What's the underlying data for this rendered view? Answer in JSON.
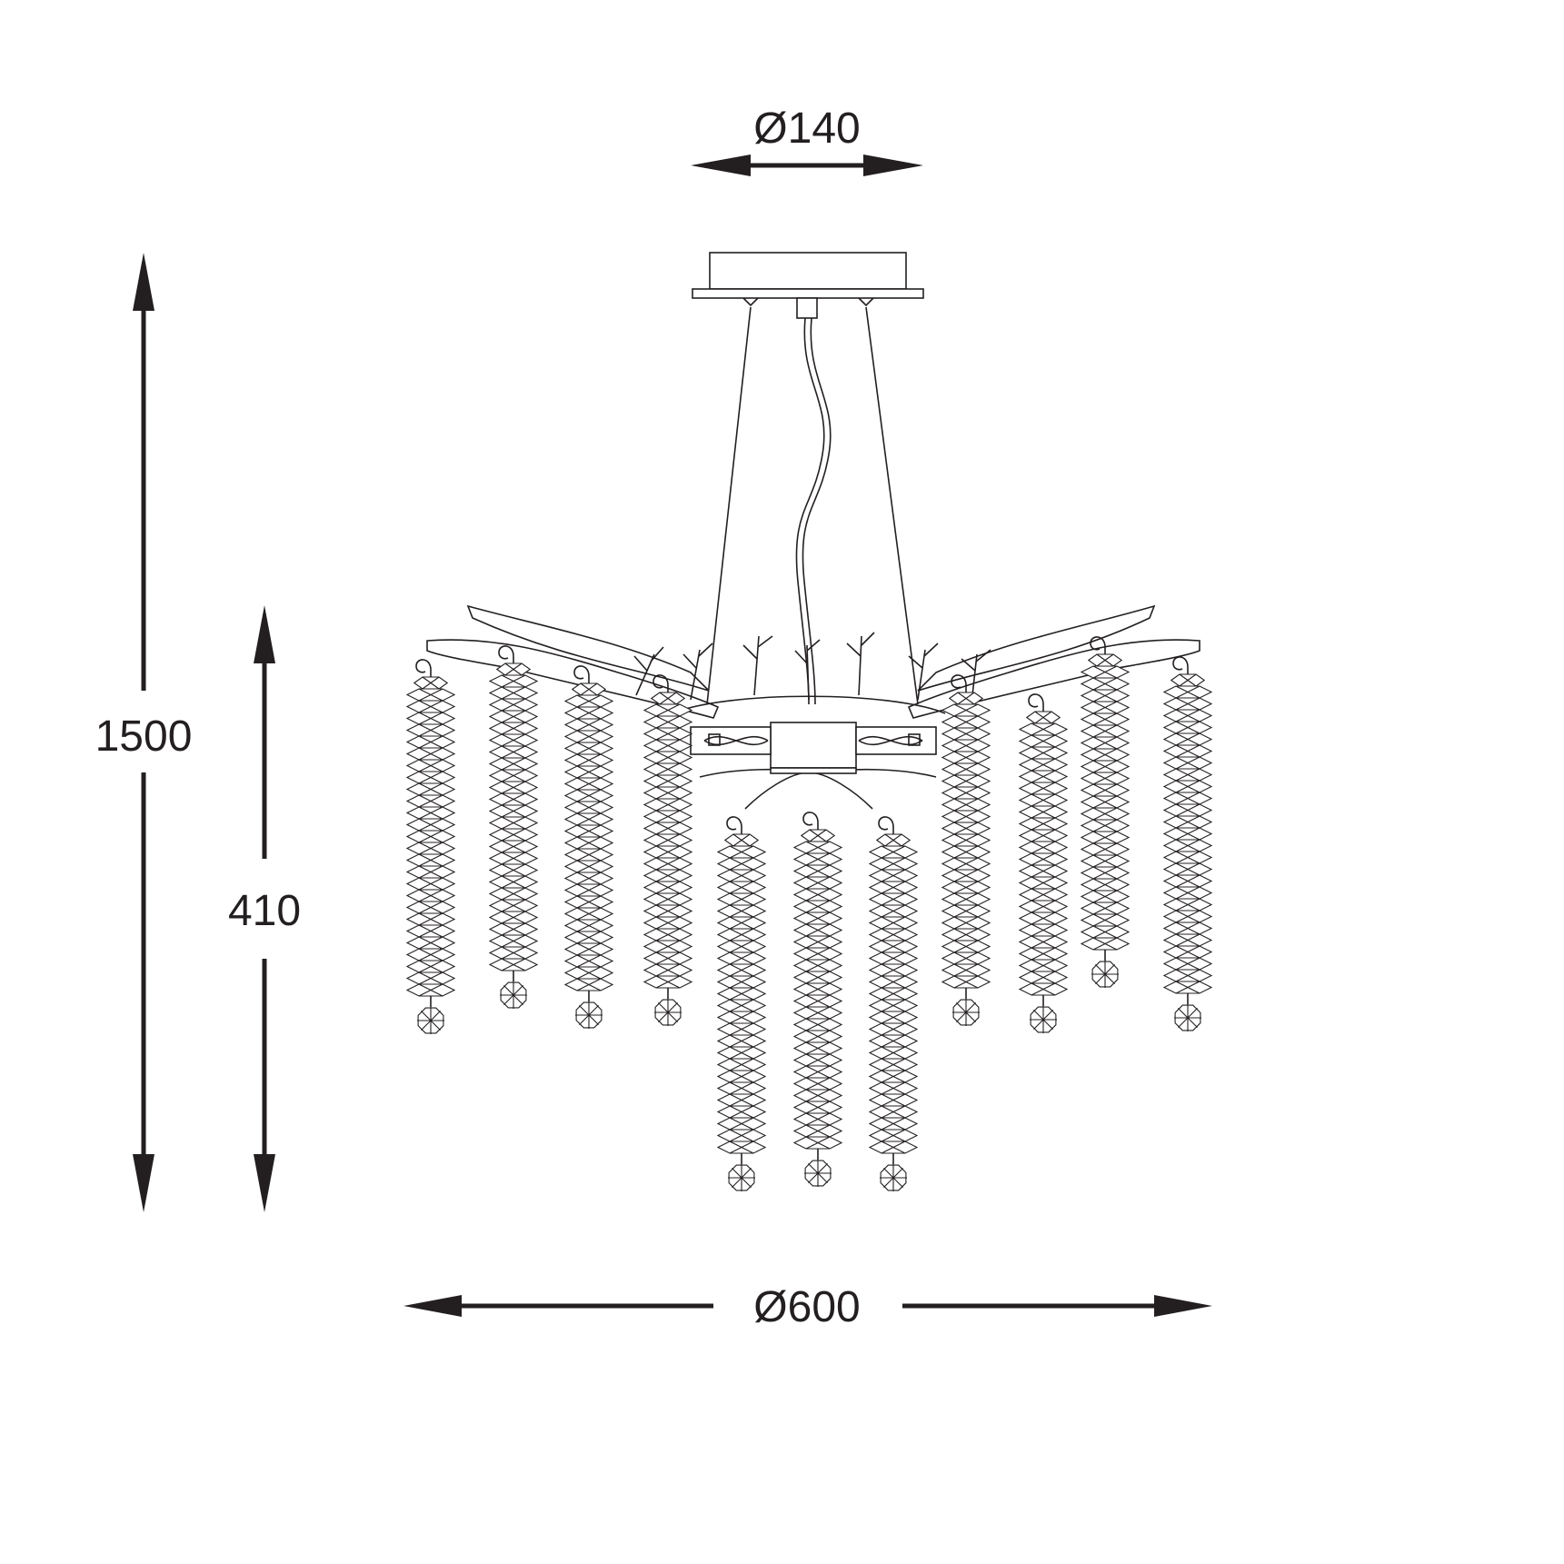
{
  "dimensions": {
    "canopy_diameter": "Ø140",
    "overall_height": "1500",
    "body_height": "410",
    "body_diameter": "Ø600"
  },
  "strands": [
    {
      "id": "strand-1",
      "crystals": 27
    },
    {
      "id": "strand-2",
      "crystals": 26
    },
    {
      "id": "strand-3",
      "crystals": 26
    },
    {
      "id": "strand-4",
      "crystals": 25
    },
    {
      "id": "strand-5",
      "crystals": 27
    },
    {
      "id": "strand-6",
      "crystals": 27
    },
    {
      "id": "strand-7",
      "crystals": 27
    },
    {
      "id": "strand-8",
      "crystals": 25
    },
    {
      "id": "strand-9",
      "crystals": 24
    },
    {
      "id": "strand-10",
      "crystals": 25
    },
    {
      "id": "strand-11",
      "crystals": 27
    }
  ],
  "colors": {
    "line": "#231f20",
    "background": "#ffffff"
  }
}
